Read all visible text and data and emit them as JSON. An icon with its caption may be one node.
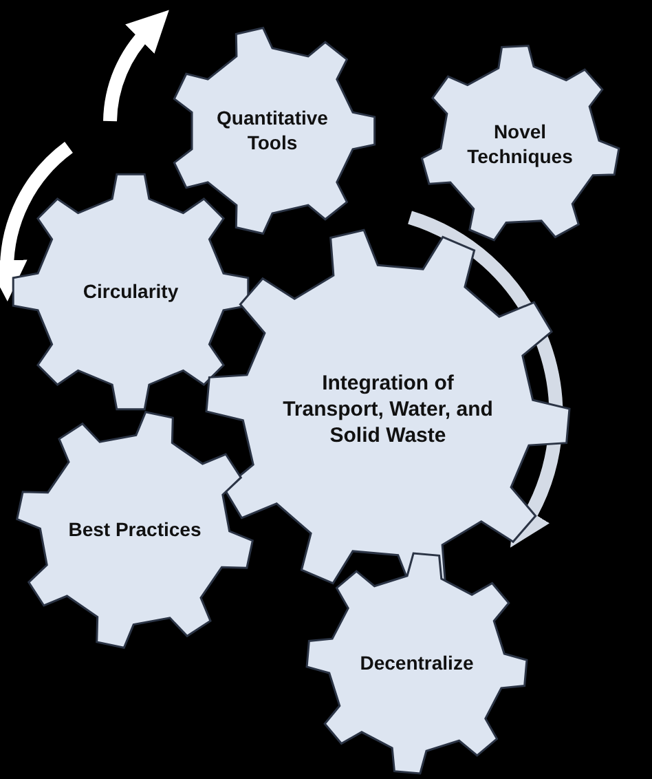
{
  "diagram": {
    "nodes": [
      {
        "text": [
          "Quantitative Tools"
        ]
      },
      {
        "text": [
          "Novel Techniques"
        ]
      },
      {
        "text": [
          "Circularity"
        ]
      },
      {
        "text": [
          "Integration of Transport, Water, and Solid Waste"
        ]
      },
      {
        "text": [
          "Best Practices"
        ]
      },
      {
        "text": [
          "Decentralize"
        ]
      }
    ]
  }
}
